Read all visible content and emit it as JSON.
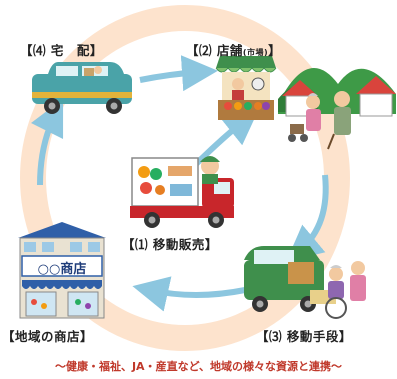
{
  "labels": {
    "delivery": "【⑷ 宅　配】",
    "store_main": "【⑵ 店舗",
    "store_sub": "(市場)",
    "store_close": "】",
    "mobile_sales": "【⑴ 移動販売】",
    "local_shop": "【地域の商店】",
    "transport": "【⑶ 移動手段】"
  },
  "shop_sign": "○○商店",
  "footer_text": "～健康・福祉、JA・産直など、地域の様々な資源と連携～",
  "colors": {
    "ring": "#fde3cd",
    "arrow": "#8cc6df",
    "footer": "#c0392b",
    "label": "#222222"
  }
}
